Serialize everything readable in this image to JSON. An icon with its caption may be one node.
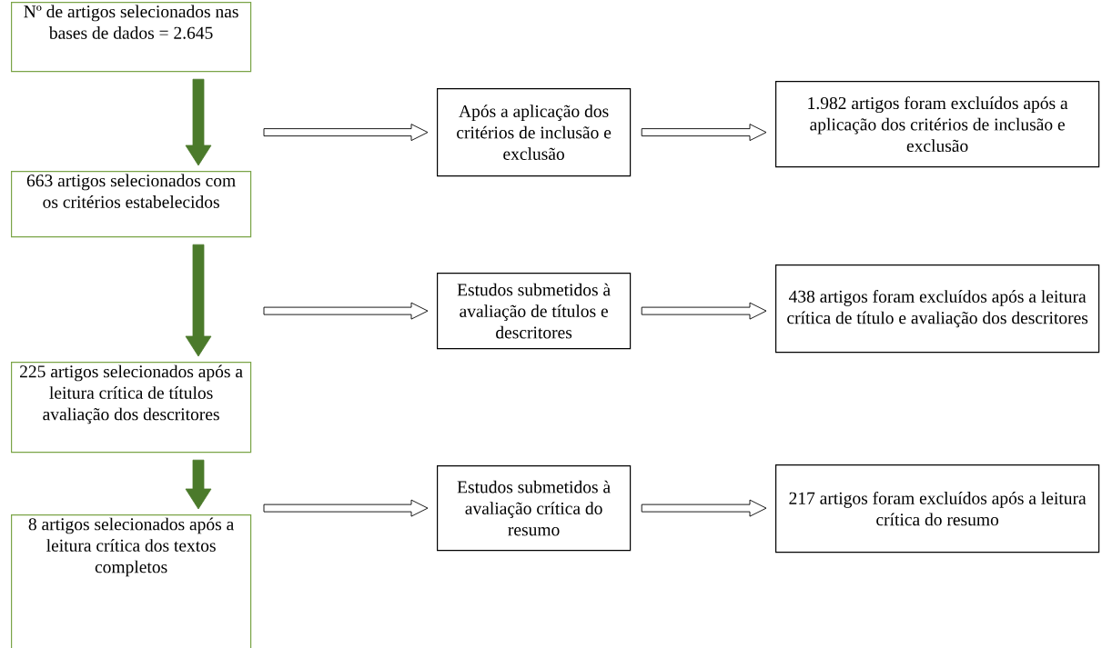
{
  "diagram": {
    "nodes": [
      {
        "text": [
          "Nº de artigos selecionados nas bases de dados = 2.645"
        ]
      },
      {
        "text": [
          "Após a aplicação dos critérios de inclusão e exclusão"
        ]
      },
      {
        "text": [
          "1.982 artigos foram excluídos após a aplicação dos critérios de inclusão e exclusão"
        ]
      },
      {
        "text": [
          "663 artigos selecionados com os critérios estabelecidos"
        ]
      },
      {
        "text": [
          "Estudos submetidos à avaliação de títulos e descritores"
        ]
      },
      {
        "text": [
          "438 artigos foram excluídos após a leitura crítica de título e avaliação dos descritores"
        ]
      },
      {
        "text": [
          "225 artigos selecionados após a leitura crítica de títulos avaliação dos descritores"
        ]
      },
      {
        "text": [
          "Estudos submetidos à avaliação crítica do resumo"
        ]
      },
      {
        "text": [
          "217 artigos foram excluídos após a leitura crítica do resumo"
        ]
      },
      {
        "text": [
          "8 artigos selecionados após a leitura crítica dos textos completos"
        ]
      }
    ],
    "edges": [
      {
        "from": 0,
        "to": 3,
        "arrow": "to",
        "style": "thick",
        "color": "#4b7a2b"
      },
      {
        "from": 3,
        "to": 6,
        "arrow": "to",
        "style": "thick",
        "color": "#4b7a2b"
      },
      {
        "from": 6,
        "to": 9,
        "arrow": "to",
        "style": "thick",
        "color": "#4b7a2b"
      },
      {
        "from": null,
        "to": 1,
        "arrow": "to"
      },
      {
        "from": 1,
        "to": 2,
        "arrow": "to"
      },
      {
        "from": null,
        "to": 4,
        "arrow": "to"
      },
      {
        "from": 4,
        "to": 5,
        "arrow": "to"
      },
      {
        "from": null,
        "to": 7,
        "arrow": "to"
      },
      {
        "from": 7,
        "to": 8,
        "arrow": "to"
      }
    ]
  }
}
